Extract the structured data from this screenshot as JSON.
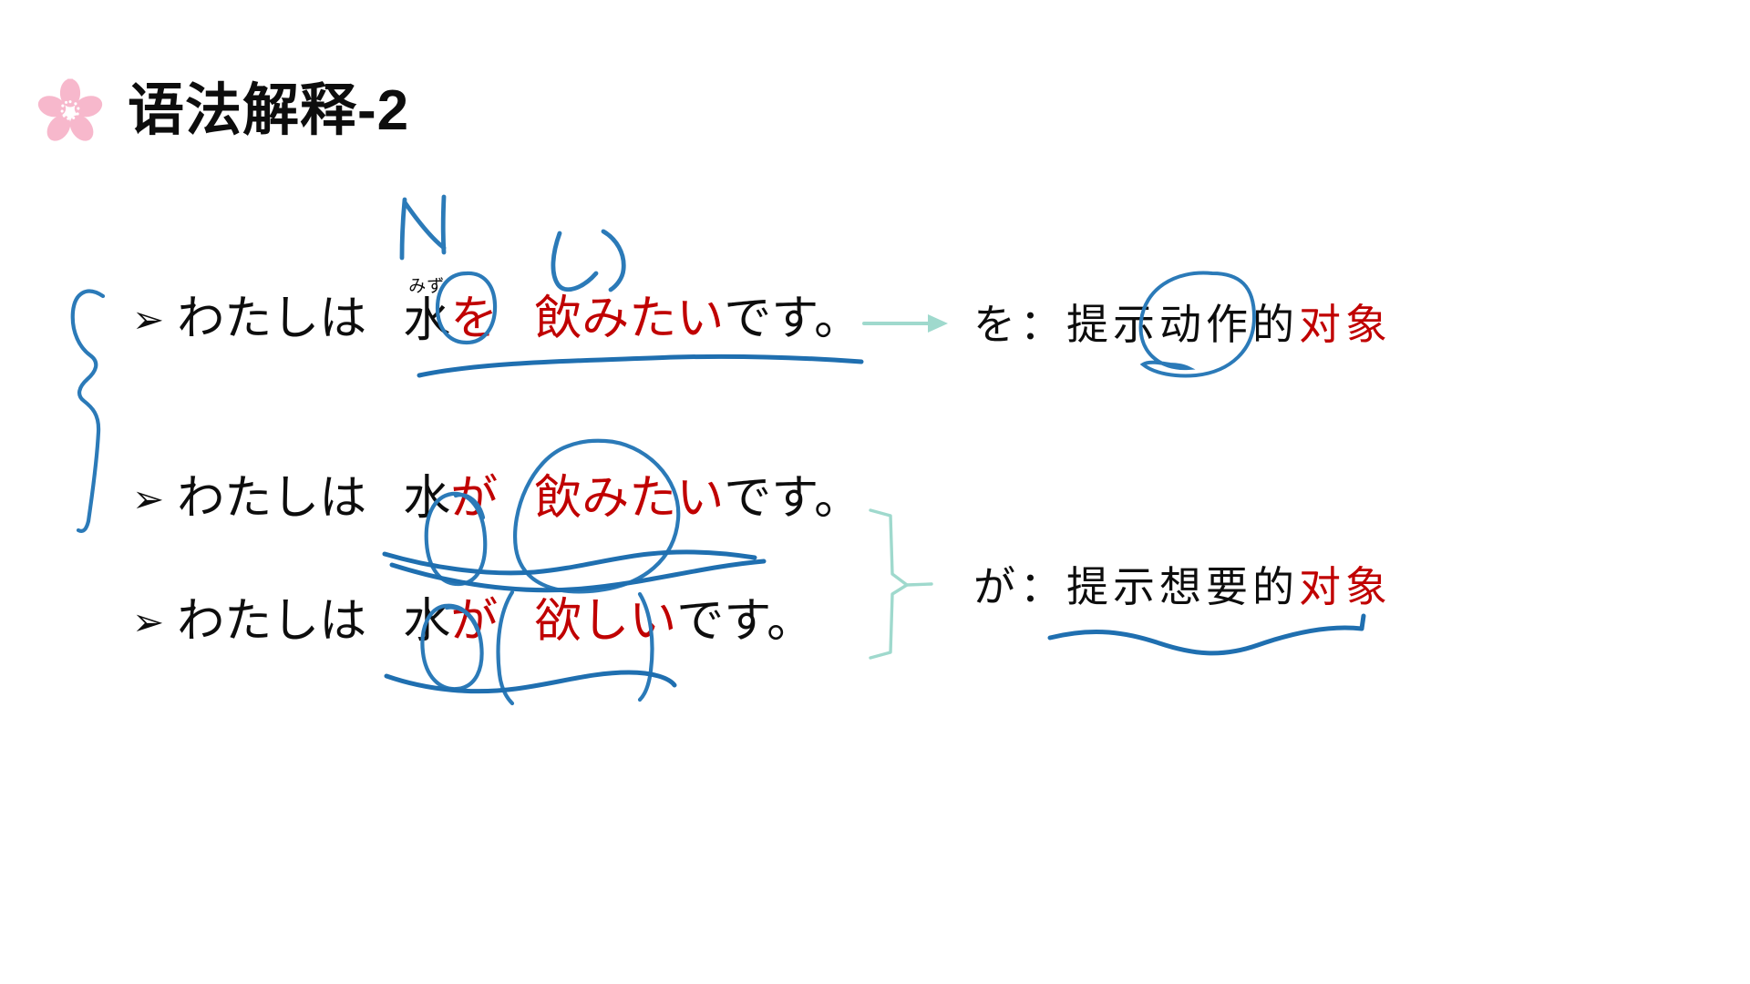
{
  "slide": {
    "background_color": "#ffffff",
    "title": "语法解释-2",
    "title_icon": "sakura-flower-icon",
    "title_color": "#0d0d0d",
    "accent_colors": {
      "red": "#c00000",
      "ink_blue": "#1f6fb0",
      "mint": "#9fd9cd",
      "sakura_pink": "#f7b8cc"
    }
  },
  "bullets": {
    "marker": "➢"
  },
  "lines": [
    {
      "id": "line-1",
      "subject": "わたしは",
      "noun": "水",
      "furigana": "みず",
      "particle": "を",
      "predicate": "飲みたい",
      "tail": "です。",
      "particle_color": "#c00000",
      "predicate_color": "#c00000"
    },
    {
      "id": "line-2",
      "subject": "わたしは",
      "noun": "水",
      "furigana": "",
      "particle": "が",
      "predicate": "飲みたい",
      "tail": "です。",
      "particle_color": "#c00000",
      "predicate_color": "#c00000"
    },
    {
      "id": "line-3",
      "subject": "わたしは",
      "noun": "水",
      "furigana": "",
      "particle": "が",
      "predicate": "欲しい",
      "tail": "です。",
      "particle_color": "#c00000",
      "predicate_color": "#c00000"
    }
  ],
  "explanations": [
    {
      "id": "explanation-wo",
      "particle": "を：",
      "body": "提示动作的",
      "highlight": "对象",
      "highlight_color": "#c00000"
    },
    {
      "id": "explanation-ga",
      "particle": "が：",
      "body": "提示想要的",
      "highlight": "对象",
      "highlight_color": "#c00000"
    }
  ],
  "annotations": [
    {
      "name": "ink-brace-left",
      "type": "handwritten-brace",
      "color": "#1f6fb0"
    },
    {
      "name": "ink-stroke-n",
      "type": "handwritten-letter-n",
      "color": "#1f6fb0"
    },
    {
      "name": "ink-stroke-i",
      "type": "handwritten-kana-i",
      "color": "#1f6fb0"
    },
    {
      "name": "ink-circle-wo",
      "type": "handwritten-ellipse",
      "color": "#1f6fb0"
    },
    {
      "name": "ink-underline-line1",
      "type": "handwritten-underline",
      "color": "#1f6fb0"
    },
    {
      "name": "ink-circle-dousa",
      "type": "handwritten-ellipse",
      "color": "#1f6fb0"
    },
    {
      "name": "ink-circle-ga-line2",
      "type": "handwritten-ellipse",
      "color": "#1f6fb0"
    },
    {
      "name": "ink-circle-nomitai",
      "type": "handwritten-ellipse",
      "color": "#1f6fb0"
    },
    {
      "name": "ink-underline-line2",
      "type": "handwritten-underline",
      "color": "#1f6fb0"
    },
    {
      "name": "ink-circle-ga-line3",
      "type": "handwritten-ellipse",
      "color": "#1f6fb0"
    },
    {
      "name": "ink-bracket-hoshii",
      "type": "handwritten-bracket",
      "color": "#1f6fb0"
    },
    {
      "name": "ink-underline-line3",
      "type": "handwritten-underline",
      "color": "#1f6fb0"
    },
    {
      "name": "ink-wave-underline-ga",
      "type": "handwritten-wave",
      "color": "#1f6fb0"
    },
    {
      "name": "mint-arrow-right",
      "type": "arrow-right",
      "color": "#9fd9cd"
    },
    {
      "name": "mint-brace-group",
      "type": "curly-brace",
      "color": "#9fd9cd"
    }
  ]
}
